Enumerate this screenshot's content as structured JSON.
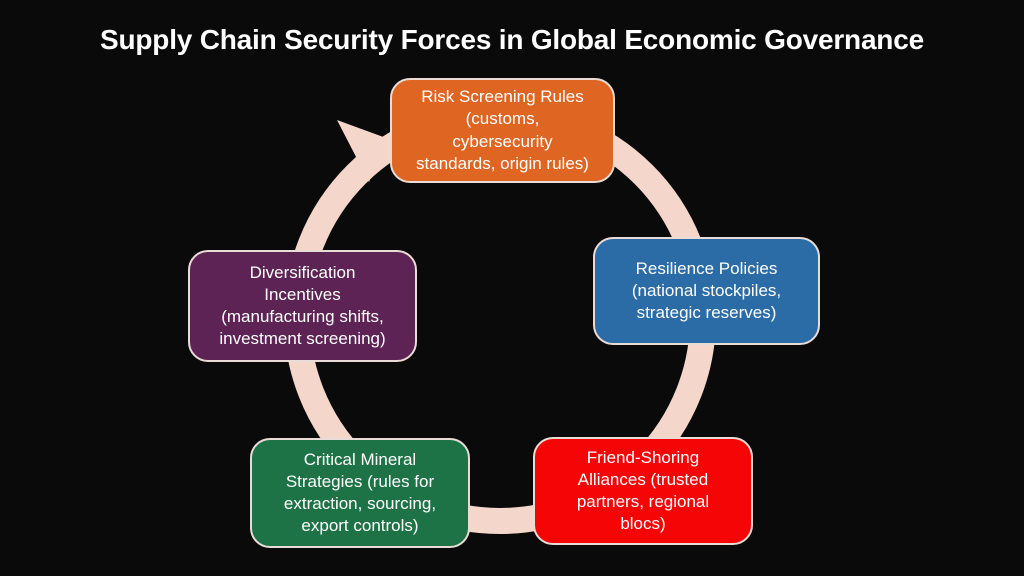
{
  "title": "Supply Chain Security Forces in Global Economic Governance",
  "background_color": "#0a0a0a",
  "text_color": "#ffffff",
  "node_border_color": "#e9dcd6",
  "cycle_arrow": {
    "direction": "clockwise",
    "color": "#f4d6cb"
  },
  "nodes": [
    {
      "id": "risk-screening-rules",
      "position": "top",
      "color": "#de6522",
      "label": "Risk Screening Rules\n(customs,\ncybersecurity\nstandards, origin rules)"
    },
    {
      "id": "resilience-policies",
      "position": "right",
      "color": "#2c6ca6",
      "label": "Resilience Policies\n(national stockpiles,\nstrategic reserves)"
    },
    {
      "id": "friend-shoring-alliances",
      "position": "bottom-right",
      "color": "#f50505",
      "label": "Friend-Shoring\nAlliances (trusted\npartners, regional\nblocs)"
    },
    {
      "id": "critical-mineral-strategies",
      "position": "bottom-left",
      "color": "#1e7346",
      "label": "Critical Mineral\nStrategies (rules for\nextraction, sourcing,\nexport controls)"
    },
    {
      "id": "diversification-incentives",
      "position": "left",
      "color": "#5d2355",
      "label": "Diversification\nIncentives\n(manufacturing shifts,\ninvestment screening)"
    }
  ]
}
